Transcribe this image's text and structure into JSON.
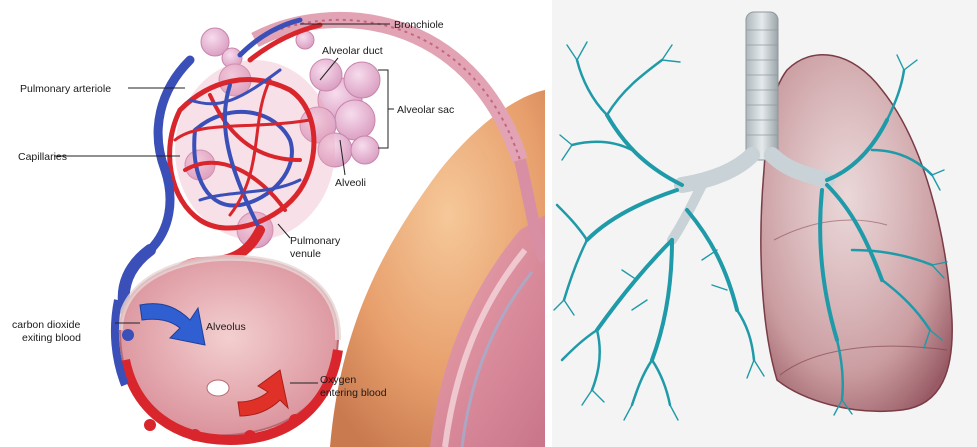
{
  "left_panel": {
    "labels": {
      "bronchiole": "Bronchiole",
      "alveolar_duct": "Alveolar duct",
      "alveolar_sac": "Alveolar sac",
      "pulmonary_arteriole": "Pulmonary arteriole",
      "capillaries": "Capillaries",
      "alveoli": "Alveoli",
      "pulmonary_venule_1": "Pulmonary",
      "pulmonary_venule_2": "venule",
      "alveolus": "Alveolus",
      "co2_1": "carbon dioxide",
      "co2_2": "exiting blood",
      "o2_1": "Oxygen",
      "o2_2": "entering blood"
    },
    "colors": {
      "artery_red": "#d9262c",
      "vein_blue": "#3a4fb8",
      "alveoli_pink": "#e7b3cf",
      "skin": "#f0b07e"
    }
  },
  "right_panel": {
    "colors": {
      "bronchial_tree": "#1f9aa8",
      "lung": "#b98488",
      "trachea": "#c9d2d6"
    }
  }
}
